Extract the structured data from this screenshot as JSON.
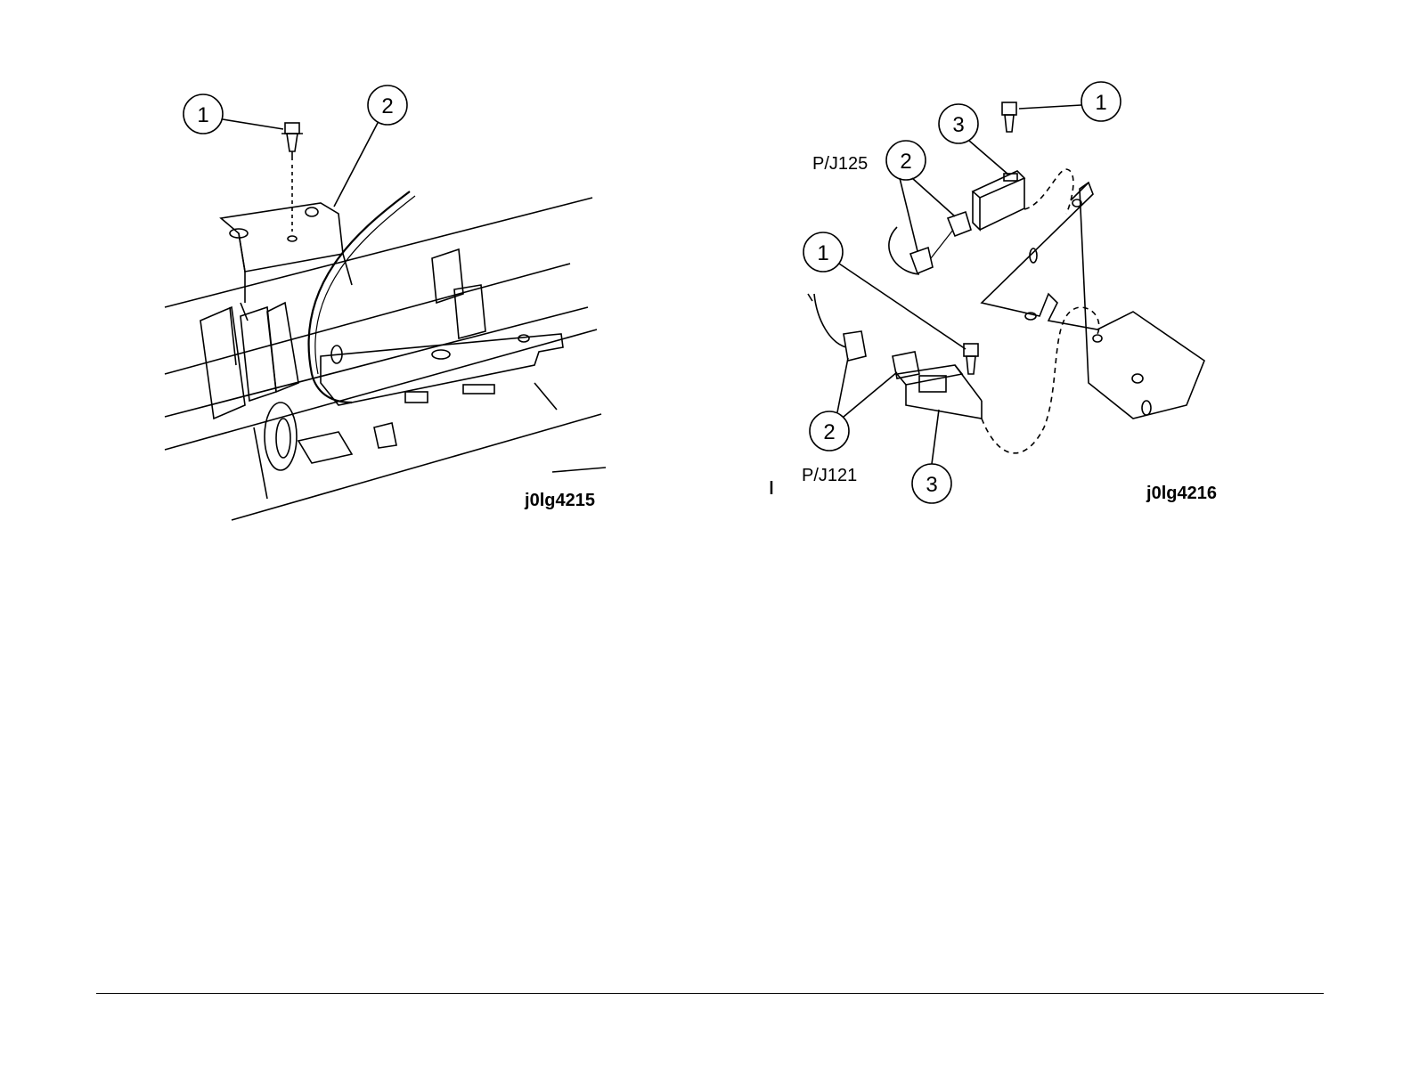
{
  "figures": [
    {
      "id": "j0lg4215",
      "callouts": [
        "1",
        "2"
      ]
    },
    {
      "id": "j0lg4216",
      "callouts": [
        "1",
        "3",
        "2",
        "1",
        "2",
        "3"
      ],
      "connector_labels": [
        "P/J125",
        "P/J121"
      ]
    }
  ]
}
